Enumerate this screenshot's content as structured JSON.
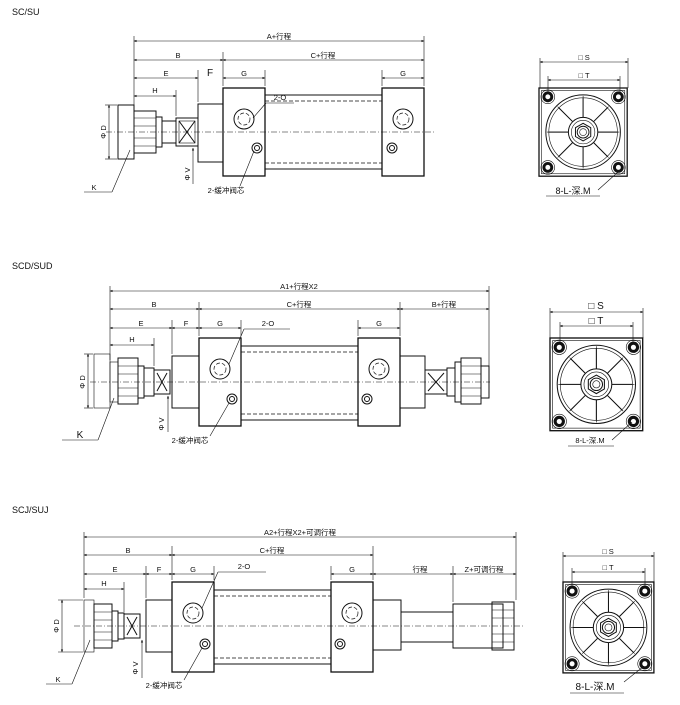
{
  "sections": [
    {
      "title": "SC/SU",
      "labels": {
        "A": "A+行程",
        "B": "B",
        "C": "C+行程",
        "E": "E",
        "F": "F",
        "G1": "G",
        "G2": "G",
        "H": "H",
        "port": "2-O",
        "D": "Φ D",
        "V": "Φ V",
        "K": "K",
        "cushion": "2-缓冲阀芯"
      },
      "end_view": {
        "S": "□ S",
        "T": "□ T",
        "bolt": "8-L-深.M"
      }
    },
    {
      "title": "SCD/SUD",
      "labels": {
        "A": "A1+行程X2",
        "B": "B",
        "C": "C+行程",
        "B2": "B+行程",
        "E": "E",
        "F": "F",
        "G1": "G",
        "G2": "G",
        "H": "H",
        "port": "2-O",
        "D": "Φ D",
        "V": "Φ V",
        "K": "K",
        "cushion": "2-缓冲阀芯"
      },
      "end_view": {
        "S": "□ S",
        "T": "□ T",
        "bolt": "8-L-深.M"
      }
    },
    {
      "title": "SCJ/SUJ",
      "labels": {
        "A": "A2+行程X2+可调行程",
        "B": "B",
        "C": "C+行程",
        "stroke": "行程",
        "Z": "Z+可调行程",
        "E": "E",
        "F": "F",
        "G1": "G",
        "G2": "G",
        "H": "H",
        "port": "2-O",
        "D": "Φ D",
        "V": "Φ V",
        "K": "K",
        "cushion": "2-缓冲阀芯"
      },
      "end_view": {
        "S": "□ S",
        "T": "□ T",
        "bolt": "8-L-深.M"
      }
    }
  ]
}
